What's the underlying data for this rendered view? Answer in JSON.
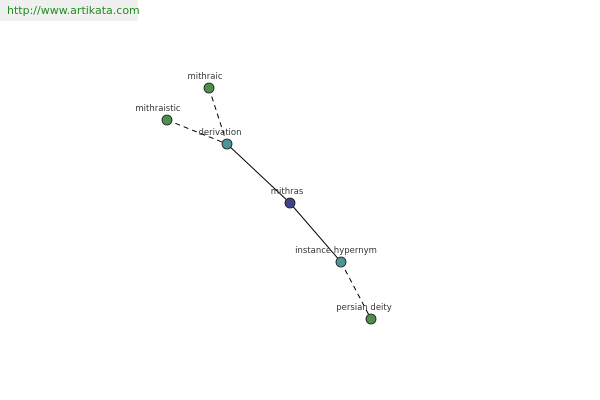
{
  "site_url": "http://www.artikata.com",
  "nodes": {
    "mithraic": {
      "label": "mithraic",
      "color": "#4e8f4e"
    },
    "mithraistic": {
      "label": "mithraistic",
      "color": "#4e8f4e"
    },
    "derivation": {
      "label": "derivation",
      "color": "#4f9494"
    },
    "mithras": {
      "label": "mithras",
      "color": "#42428f"
    },
    "instance_hypernym": {
      "label": "instance hypernym",
      "color": "#4f9494"
    },
    "persian_deity": {
      "label": "persian deity",
      "color": "#4e8f4e"
    }
  },
  "edges": [
    {
      "from": "mithraic",
      "to": "derivation",
      "style": "dashed"
    },
    {
      "from": "mithraistic",
      "to": "derivation",
      "style": "dashed"
    },
    {
      "from": "derivation",
      "to": "mithras",
      "style": "solid"
    },
    {
      "from": "mithras",
      "to": "instance_hypernym",
      "style": "solid"
    },
    {
      "from": "instance_hypernym",
      "to": "persian_deity",
      "style": "dashed"
    }
  ]
}
